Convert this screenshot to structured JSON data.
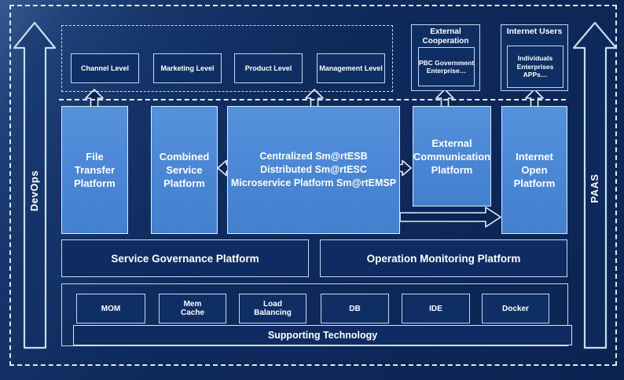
{
  "colors": {
    "background": "#0E2A5C",
    "platform_blue": "#4A86D4",
    "dark_panel": "#0E2C61",
    "border_light": "#C6D8EF",
    "text": "#FFFFFF"
  },
  "rails": {
    "left_label": "DevOps",
    "right_label": "PAAS"
  },
  "levels": {
    "items": [
      {
        "label": "Channel Level"
      },
      {
        "label": "Marketing Level"
      },
      {
        "label": "Product Level"
      },
      {
        "label": "Management Level"
      }
    ]
  },
  "external_cooperation": {
    "title_lines": [
      "External",
      "Cooperation"
    ],
    "body_lines": [
      "PBC Government",
      "Enterprise…"
    ]
  },
  "internet_users": {
    "title": "Internet Users",
    "body_lines": [
      "Individuals",
      "Enterprises",
      "APPs…"
    ]
  },
  "platforms": {
    "file_transfer": {
      "lines": [
        "File",
        "Transfer",
        "Platform"
      ]
    },
    "combined_service": {
      "lines": [
        "Combined",
        "Service",
        "Platform"
      ]
    },
    "esb": {
      "lines": [
        "Centralized Sm@rtESB",
        "Distributed Sm@rtESC",
        "Microservice Platform Sm@rtEMSP"
      ]
    },
    "external_communication": {
      "lines": [
        "External",
        "Communication",
        "Platform"
      ]
    },
    "internet_open": {
      "lines": [
        "Internet",
        "Open",
        "Platform"
      ]
    }
  },
  "governance": {
    "service_governance": "Service Governance Platform",
    "operation_monitoring": "Operation Monitoring Platform"
  },
  "supporting": {
    "bar_label": "Supporting Technology",
    "items": [
      {
        "lines": [
          "MOM"
        ]
      },
      {
        "lines": [
          "Mem",
          "Cache"
        ]
      },
      {
        "lines": [
          "Load",
          "Balancing"
        ]
      },
      {
        "lines": [
          "DB"
        ]
      },
      {
        "lines": [
          "IDE"
        ]
      },
      {
        "lines": [
          "Docker"
        ]
      }
    ]
  }
}
